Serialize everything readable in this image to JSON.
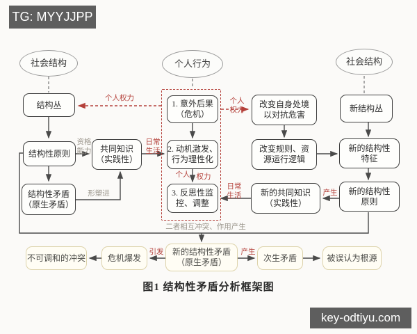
{
  "watermarks": {
    "top_left": "TG: MYYJJPP",
    "bottom_right": "key-odtiyu.com"
  },
  "caption": "图1  结构性矛盾分析框架图",
  "colors": {
    "accent_red": "#b4403a",
    "line": "#4a4a4a",
    "gray_label": "#9b968c",
    "cream_border": "#ddd3ab",
    "watermark_bg": "#5e5e5e"
  },
  "ellipses": {
    "society_left": "社会结构",
    "individual_behavior": "个人行为",
    "society_right": "社会结构"
  },
  "boxes": {
    "structure_cluster": "结构丛",
    "unintended_consequences": "1. 意外后果\n（危机）",
    "change_situation": "改变自身处境\n以对抗危害",
    "new_structure_cluster": "新结构丛",
    "structural_principles": "结构性原则",
    "common_knowledge": "共同知识\n（实践性）",
    "motivation_rationalization": "2. 动机激发、\n行为理性化",
    "change_rules": "改变规则、资\n源运行逻辑",
    "new_structural_features": "新的结构性\n特征",
    "reflexive_monitoring": "3. 反思性监\n控、调整",
    "new_common_knowledge": "新的共同知识\n（实践性）",
    "new_structural_principles": "新的结构性\n原则",
    "structural_contradiction": "结构性矛盾\n（原生矛盾）",
    "irreconcilable_conflict": "不可调和的冲突",
    "crisis_outbreak": "危机爆发",
    "new_structural_contradiction": "新的结构性矛盾\n（原生矛盾）",
    "secondary_contradiction": "次生矛盾",
    "mistaken_as_root": "被误认为根源"
  },
  "labels": {
    "personal_power_left": "个人权力",
    "personal_power_right": "个人\n权力",
    "qualification_ability": "资格\n能力",
    "daily_life_left": "日常\n生活",
    "shaped_into": "形塑进",
    "personal": "个人",
    "power": "权力",
    "daily_life_right": "日常\n生活",
    "produce_mid": "产生",
    "mutual_conflict": "二者相互冲突、作用产生",
    "trigger": "引发",
    "produce_bottom": "产生"
  }
}
